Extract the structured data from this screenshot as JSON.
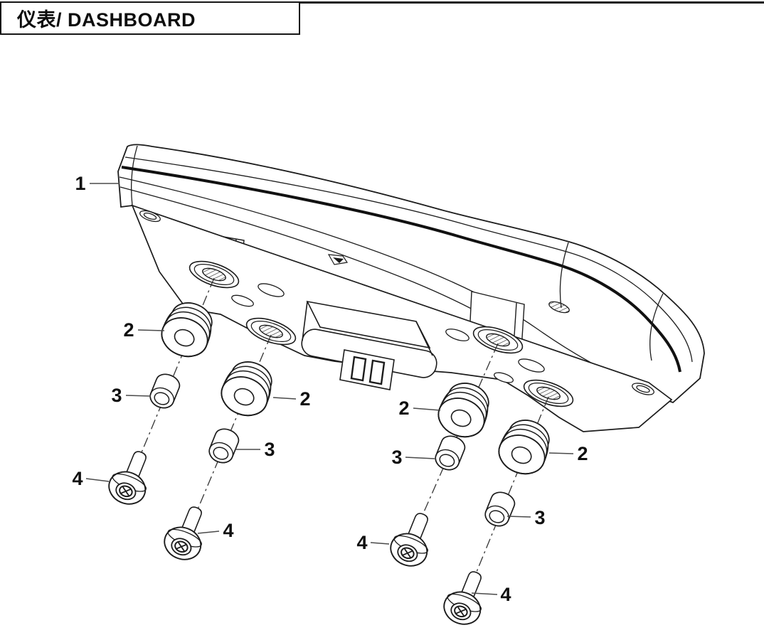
{
  "page": {
    "background": "#ffffff"
  },
  "title_block": {
    "text": "仪表/ DASHBOARD"
  },
  "diagram": {
    "view": "exploded-parts-diagram",
    "callouts": [
      "1",
      "2",
      "2",
      "2",
      "2",
      "3",
      "3",
      "3",
      "3",
      "4",
      "4",
      "4",
      "4"
    ],
    "parts": [
      {
        "ref": "1",
        "callout_count": 1
      },
      {
        "ref": "2",
        "callout_count": 4
      },
      {
        "ref": "3",
        "callout_count": 4
      },
      {
        "ref": "4",
        "callout_count": 4
      }
    ],
    "line_color": "#1c1c1c",
    "leader_color": "#4a4a4a"
  }
}
